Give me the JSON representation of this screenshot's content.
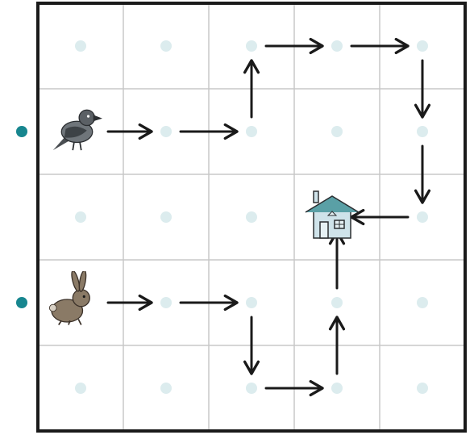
{
  "grid": {
    "rows": 5,
    "cols": 5,
    "line_color": "#c8c8c8",
    "border_color": "#1a1a1a",
    "dot_color": "#dcecee",
    "marker_color": "#17868f"
  },
  "row_markers": [
    1,
    3
  ],
  "pieces": [
    {
      "name": "crow-icon",
      "row": 1,
      "col": 0
    },
    {
      "name": "rabbit-icon",
      "row": 3,
      "col": 0
    },
    {
      "name": "house-icon",
      "row": 2,
      "col": 3
    }
  ],
  "paths": [
    {
      "name": "crow-path",
      "steps": [
        "R",
        "R",
        "U",
        "R",
        "R",
        "D",
        "D",
        "L"
      ]
    },
    {
      "name": "rabbit-path",
      "steps": [
        "R",
        "R",
        "D",
        "R",
        "U",
        "U"
      ]
    }
  ],
  "arrow_color": "#1a1a1a"
}
